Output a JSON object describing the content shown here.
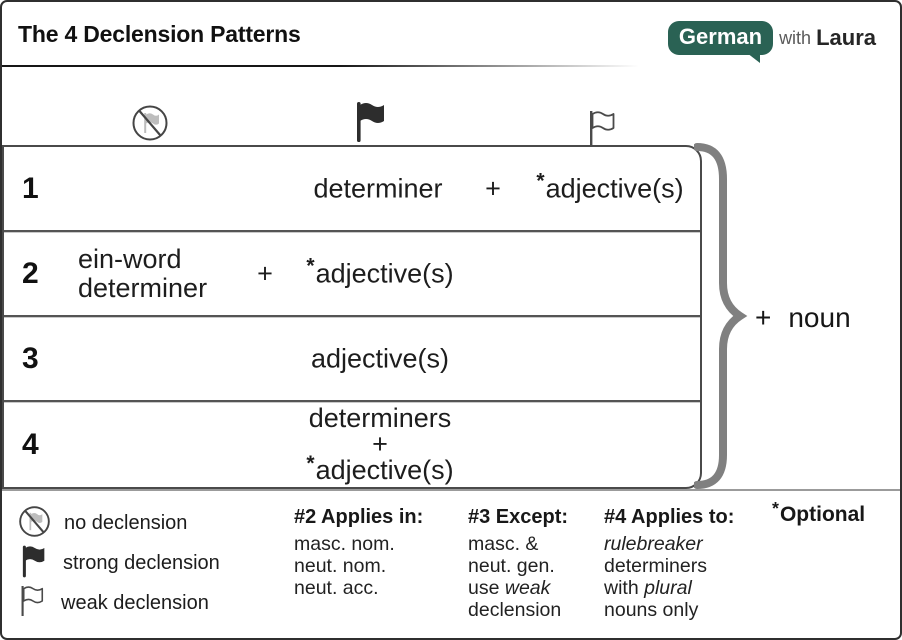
{
  "header": {
    "title": "The 4 Declension Patterns",
    "logo": {
      "bubble": "German",
      "connector": "with",
      "name": "Laura"
    }
  },
  "column_icons": [
    {
      "icon": "no-declension-flag-icon",
      "meaning": "no declension"
    },
    {
      "icon": "strong-declension-flag-icon",
      "meaning": "strong declension"
    },
    {
      "icon": "weak-declension-flag-icon",
      "meaning": "weak declension"
    }
  ],
  "patterns": {
    "rows": [
      {
        "num": "1",
        "strong": "determiner",
        "plus": "+",
        "star": "*",
        "weak": "adjective(s)"
      },
      {
        "num": "2",
        "no_line1": "ein-word",
        "no_line2": "determiner",
        "plus": "+",
        "star": "*",
        "strong": "adjective(s)"
      },
      {
        "num": "3",
        "strong": "adjective(s)"
      },
      {
        "num": "4",
        "line1": "determiners",
        "line2": "+",
        "star": "*",
        "line3": "adjective(s)"
      }
    ]
  },
  "result": {
    "plus": "+",
    "noun": "noun"
  },
  "legend": {
    "items": [
      {
        "icon": "no-declension-flag-icon",
        "label": "no declension"
      },
      {
        "icon": "strong-declension-flag-icon",
        "label": "strong declension"
      },
      {
        "icon": "weak-declension-flag-icon",
        "label": "weak declension"
      }
    ]
  },
  "notes": [
    {
      "heading": "#2 Applies in:",
      "lines": [
        {
          "pre": "masc. nom."
        },
        {
          "pre": "neut. nom."
        },
        {
          "pre": "neut. acc."
        }
      ]
    },
    {
      "heading": "#3 Except:",
      "lines": [
        {
          "pre": "masc. &"
        },
        {
          "pre": "neut. gen."
        },
        {
          "pre": "use ",
          "it": "weak"
        },
        {
          "pre": "declension"
        }
      ]
    },
    {
      "heading": "#4 Applies to:",
      "lines": [
        {
          "it": "rulebreaker"
        },
        {
          "pre": "determiners"
        },
        {
          "pre": "with ",
          "it": "plural"
        },
        {
          "pre": "nouns only"
        }
      ]
    }
  ],
  "optional": {
    "star": "*",
    "label": "Optional"
  },
  "colors": {
    "brand_teal": "#2a6254",
    "brace_gray": "#808080",
    "row_border_dark": "#4a4a4a",
    "footer_separator_gray": "#9b9b9b",
    "flag_black": "#2d2d2d",
    "no_flag_gray": "#bdbdbd"
  }
}
